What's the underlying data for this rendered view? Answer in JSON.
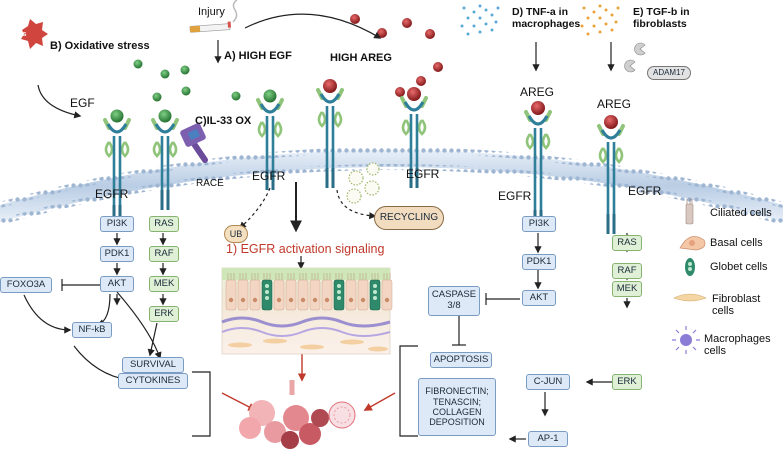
{
  "stimuli": {
    "injury": "Injury",
    "high_egf": "A) HIGH  EGF",
    "high_areg": "HIGH AREG",
    "oxidative": "B) Oxidative stress",
    "stress_badge": "Stress",
    "il33": "C)IL-33 OX",
    "tnf": "D) TNF-a in macrophages",
    "tgf": "E) TGF-b in fibroblasts",
    "adam17": "ADAM17"
  },
  "ligands": {
    "egf": "EGF",
    "areg_1": "AREG",
    "areg_2": "AREG"
  },
  "receptors": {
    "egfr": "EGFR",
    "race": "RACE",
    "ub": "UB",
    "recycling": "RECYCLING"
  },
  "activation_title": "1) EGFR activation signaling",
  "left_pathway": {
    "pi3k": "PI3K",
    "pdk1": "PDK1",
    "akt": "AKT",
    "foxo3a": "FOXO3A",
    "nfkb": "NF-kB",
    "survival": "SURVIVAL",
    "cytokines": "CYTOKINES",
    "ras": "RAS",
    "raf": "RAF",
    "mek": "MEK",
    "erk": "ERK"
  },
  "right_pathway": {
    "pi3k": "PI3K",
    "pdk1": "PDK1",
    "akt": "AKT",
    "caspase": "CASPASE 3/8",
    "apoptosis": "APOPTOSIS",
    "cjun": "C-JUN",
    "ap1": "AP-1",
    "fibronectin": "FIBRONECTIN; TENASCIN; COLLAGEN DEPOSITION",
    "ras": "RAS",
    "raf": "RAF",
    "mek": "MEK",
    "erk": "ERK"
  },
  "legend": {
    "ciliated": "Ciliated cells",
    "basal": "Basal  cells",
    "globet": "Globet  cells",
    "fibroblast": "Fibroblast cells",
    "macrophages": "Macrophages cells"
  },
  "colors": {
    "membrane": "#c7d6ea",
    "receptor": "#2f7f9a",
    "egf_ligand": "#2c8a3c",
    "areg_ligand": "#a31f22",
    "arrow_red": "#c0392b",
    "box_blue": "#dde9f6",
    "box_green": "#dff0d6"
  }
}
